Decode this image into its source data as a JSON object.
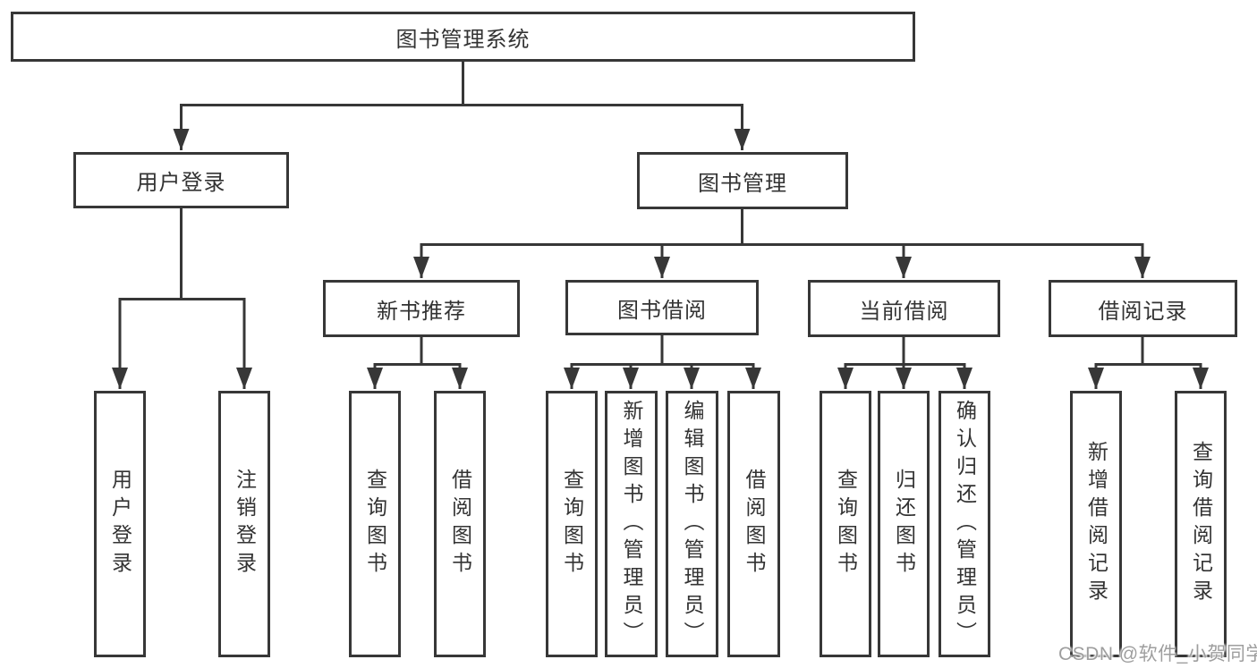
{
  "colors": {
    "line": "#373737",
    "text": "#333333",
    "watermark": "#9e9e9e",
    "background": "#ffffff"
  },
  "nodes": {
    "root": "图书管理系统",
    "l2_user_login": "用户登录",
    "l2_book_mgmt": "图书管理",
    "l3_new_book_rec": "新书推荐",
    "l3_book_borrow": "图书借阅",
    "l3_current_borrow": "当前借阅",
    "l3_borrow_record": "借阅记录",
    "leaf_user_login": "用户登录",
    "leaf_logout": "注销登录",
    "leaf_rec_query_book": "查询图书",
    "leaf_rec_borrow_book": "借阅图书",
    "leaf_bb_query_book": "查询图书",
    "leaf_bb_add_book": "新增图书（管理员）",
    "leaf_bb_edit_book": "编辑图书（管理员）",
    "leaf_bb_borrow_book": "借阅图书",
    "leaf_cb_query_book": "查询图书",
    "leaf_cb_return_book": "归还图书",
    "leaf_cb_confirm_return": "确认归还（管理员）",
    "leaf_br_add_record": "新增借阅记录",
    "leaf_br_query_record": "查询借阅记录"
  },
  "watermark": {
    "text": "CSDN @软件_小贺同学"
  }
}
